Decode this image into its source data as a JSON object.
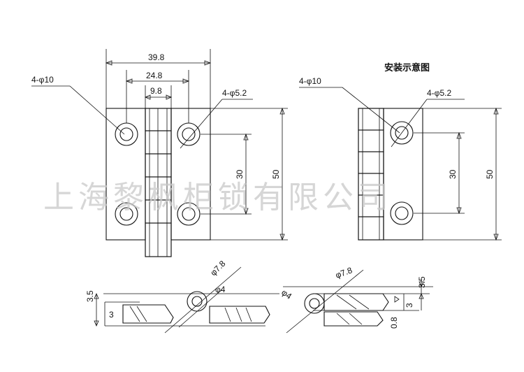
{
  "title": "安装示意图",
  "watermark": "上海黎枫柜锁有限公司",
  "left_view": {
    "dim_overall_width": "39.8",
    "dim_hole_spacing": "24.8",
    "dim_knuckle_width": "9.8",
    "callout_large_holes": "4-φ10",
    "callout_small_holes": "4-φ5.2",
    "dim_hole_vertical": "30",
    "dim_height": "50"
  },
  "right_view": {
    "callout_large_holes": "4-φ10",
    "callout_small_holes": "4-φ5.2",
    "dim_hole_vertical": "30",
    "dim_height": "50"
  },
  "side_left": {
    "dim_total": "3.5",
    "dim_leaf": "3",
    "dim_knuckle_outer": "φ7.8",
    "dim_pin": "φ4"
  },
  "side_right": {
    "dim_knuckle_outer": "φ7.8",
    "dim_pin": "φ4",
    "dim_total": "3.5",
    "dim_leaf": "3",
    "dim_gap": "0.8"
  }
}
